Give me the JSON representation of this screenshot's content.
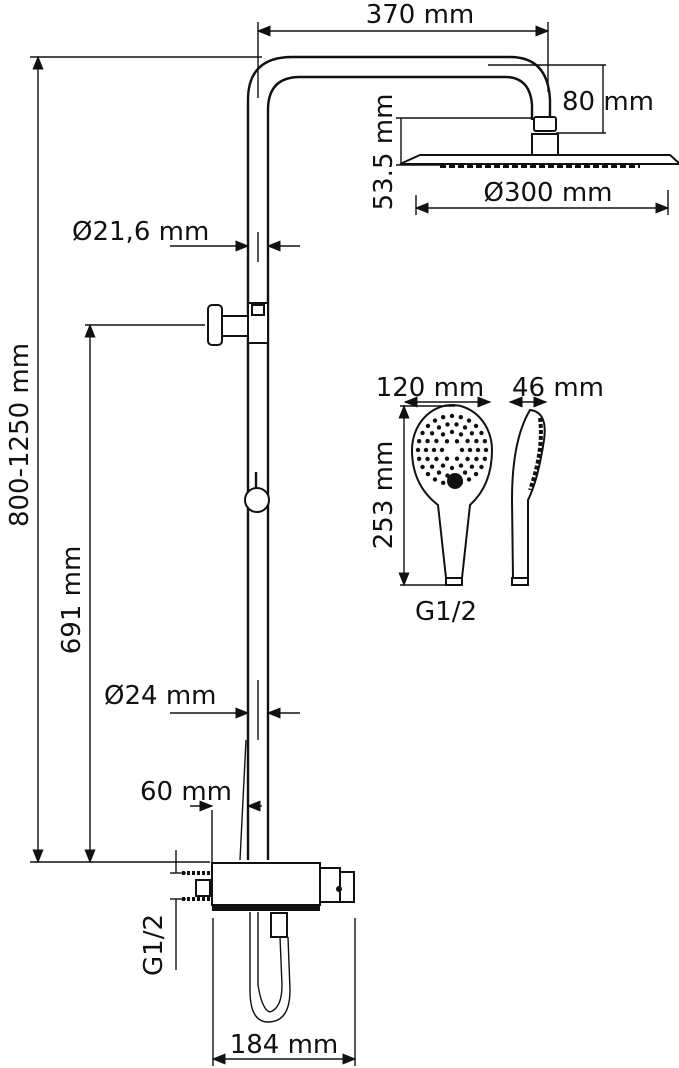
{
  "dimensions": {
    "arm_length": "370 mm",
    "arm_drop": "80 mm",
    "head_height": "53.5 mm",
    "head_diameter": "Ø300 mm",
    "upper_pipe_diameter": "Ø21,6 mm",
    "total_height": "800-1250 mm",
    "valve_height": "691 mm",
    "lower_pipe_diameter": "Ø24 mm",
    "mixer_offset": "60 mm",
    "inlet_thread": "G1/2",
    "mixer_width": "184 mm"
  },
  "hand_shower": {
    "width": "120 mm",
    "depth": "46 mm",
    "length": "253 mm",
    "thread": "G1/2"
  }
}
